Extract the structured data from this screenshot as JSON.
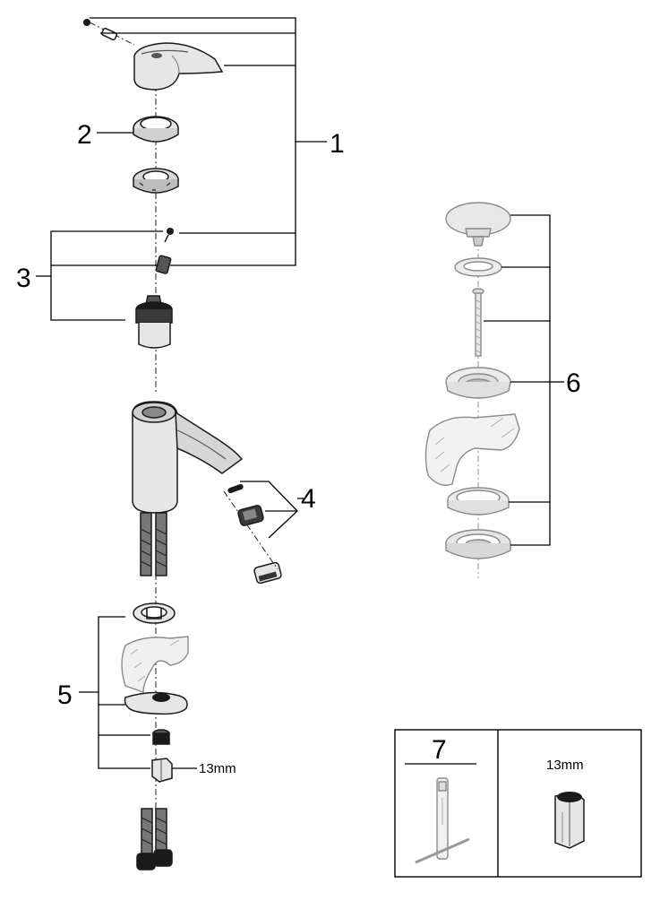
{
  "labels": {
    "c1": "1",
    "c2": "2",
    "c3": "3",
    "c4": "4",
    "c5": "5",
    "c6": "6",
    "c7": "7",
    "nut_size": "13mm",
    "tool_size": "13mm"
  },
  "colors": {
    "line": "#000000",
    "part_dark": "#1a1a1a",
    "part_grey": "#8a8a8a",
    "chrome_light": "#e6e6e6",
    "chrome_mid": "#bdbdbd",
    "chrome_dark": "#555555"
  }
}
